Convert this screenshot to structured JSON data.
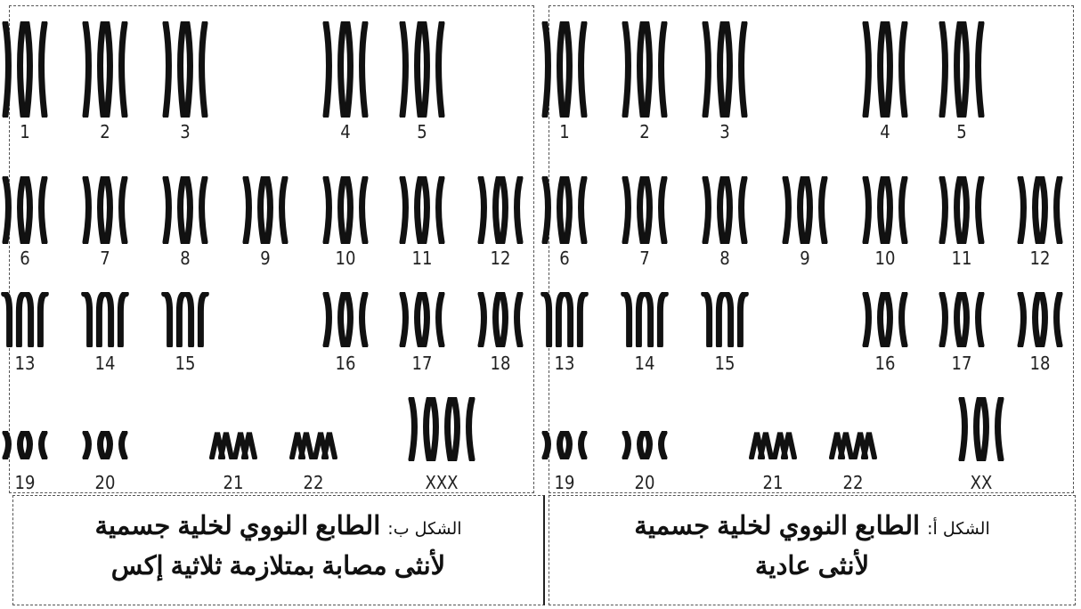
{
  "panels": [
    {
      "id": "b",
      "caption_prefix": "الشكل ب:",
      "caption_line1": "الطابع النووي لخلية جسمية",
      "caption_line2": "لأنثى مصابة بمتلازمة ثلاثية إكس",
      "labels": [
        "1",
        "2",
        "3",
        "4",
        "5",
        "6",
        "7",
        "8",
        "9",
        "10",
        "11",
        "12",
        "13",
        "14",
        "15",
        "16",
        "17",
        "18",
        "19",
        "20",
        "21",
        "22",
        "XXX"
      ]
    },
    {
      "id": "a",
      "caption_prefix": "الشكل أ:",
      "caption_line1": "الطابع النووي لخلية جسمية",
      "caption_line2": "لأنثى عادية",
      "labels": [
        "1",
        "2",
        "3",
        "4",
        "5",
        "6",
        "7",
        "8",
        "9",
        "10",
        "11",
        "12",
        "13",
        "14",
        "15",
        "16",
        "17",
        "18",
        "19",
        "20",
        "21",
        "22",
        "XX"
      ]
    }
  ]
}
